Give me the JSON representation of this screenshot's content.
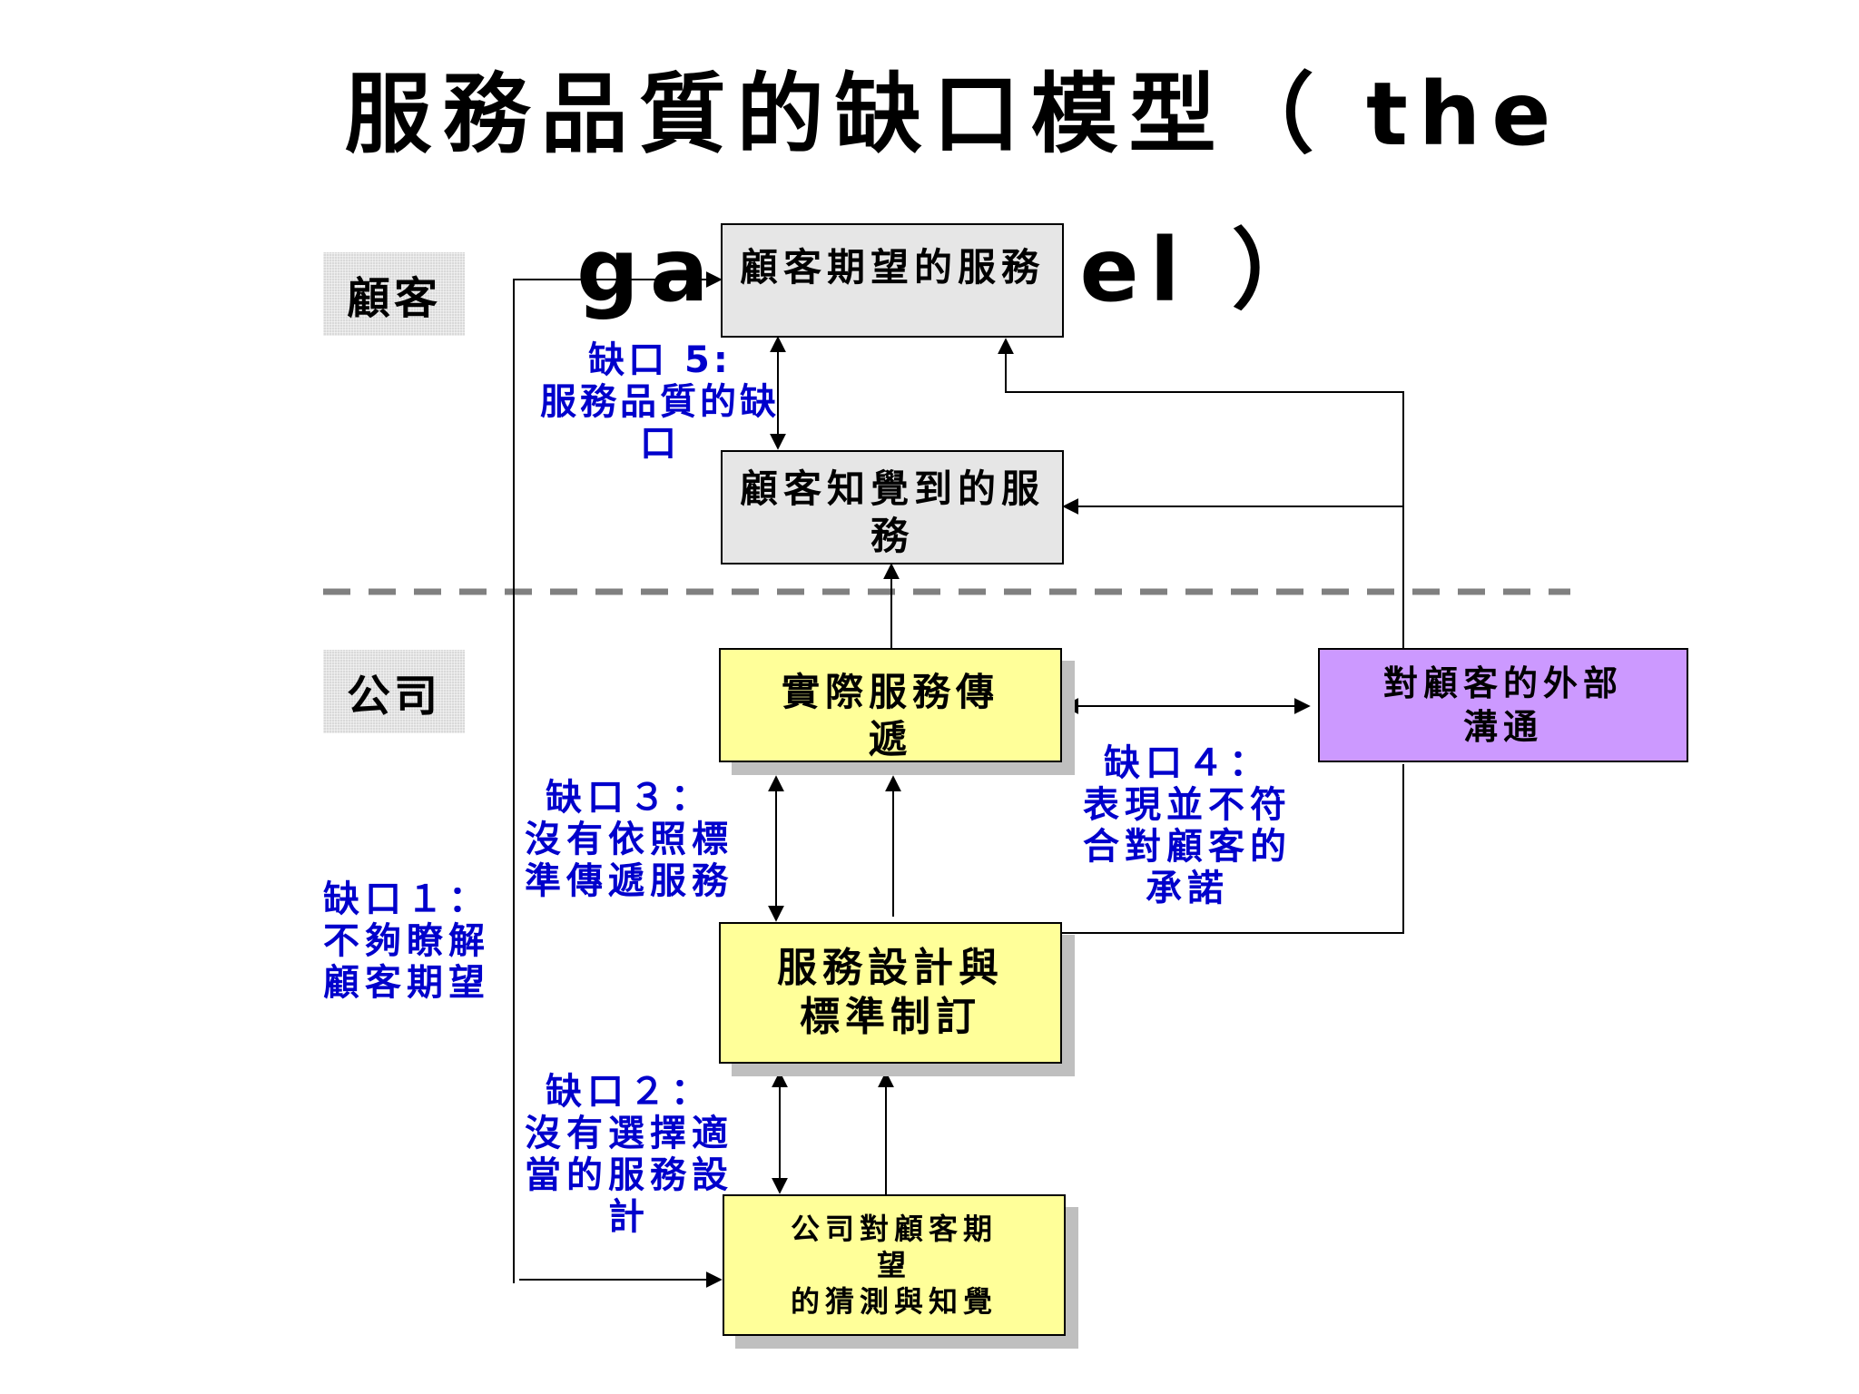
{
  "title": "服務品質的缺口模型（ the gap model ）",
  "regions": {
    "customer": "顧客",
    "company": "公司"
  },
  "boxes": {
    "expected_service": "顧客期望的服務",
    "perceived_service": "顧客知覺到的服務",
    "service_delivery": "實際服務傳遞",
    "external_communication": "對顧客的外部\n溝通",
    "service_design": "服務設計與\n標準制訂",
    "management_perception": "公司對顧客期\n望\n的猜測與知覺"
  },
  "gaps": {
    "gap1": "缺口１：\n不夠瞭解\n顧客期望",
    "gap2": "缺口２：\n沒有選擇適\n當的服務設\n計",
    "gap3": "缺口３：\n沒有依照標\n準傳遞服務",
    "gap4": "缺口４：\n表現並不符\n合對顧客的\n承諾",
    "gap5": "缺口 5:\n服務品質的缺\n口"
  },
  "colors": {
    "gap_text": "#0000cc",
    "expected_box": "#e6e6e6",
    "company_box": "#ffff99",
    "communication_box": "#cc99ff",
    "divider": "#808080"
  }
}
